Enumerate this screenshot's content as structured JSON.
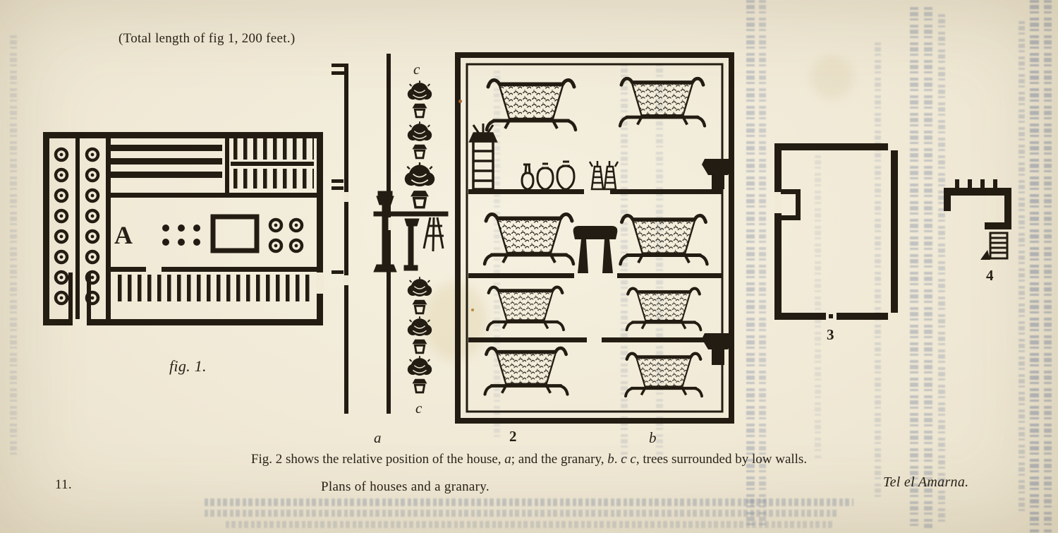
{
  "page": {
    "top_caption": "(Total length of fig 1, 200 feet.)",
    "figure_caption": {
      "part1": "Fig. 2 shows the relative position of the house, ",
      "label_a": "a",
      "part2": "; and the granary, ",
      "label_b": "b",
      "part3": ".  ",
      "label_cc": "c c",
      "part4": ", trees surrounded by low walls."
    },
    "footer": {
      "page_number": "11.",
      "caption": "Plans of houses and a granary.",
      "source": "Tel el Amarna."
    }
  },
  "figures": {
    "fig1": {
      "caption": "fig. 1.",
      "room_label": "A"
    },
    "avenue": {
      "tree_label_top": "c",
      "tree_label_bottom": "c",
      "house_label": "a"
    },
    "fig2": {
      "number": "2",
      "granary_label": "b"
    },
    "fig3": {
      "number": "3"
    },
    "fig4": {
      "number": "4"
    }
  },
  "colors": {
    "paper": "#f0ead7",
    "ink": "#221c12",
    "ghost_text": "#7d89a3"
  }
}
